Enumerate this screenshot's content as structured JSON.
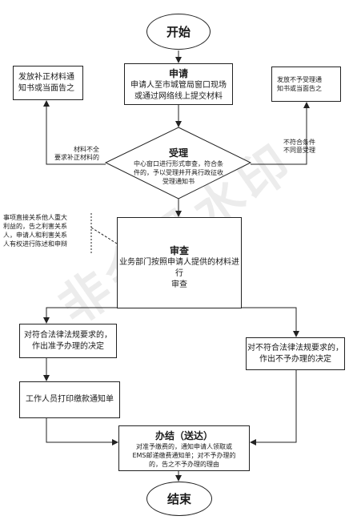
{
  "start": "开始",
  "end": "结束",
  "apply": {
    "title": "申请",
    "lines": [
      "申请人至市城管局窗口现场",
      "或通过网络线上提交材料"
    ]
  },
  "supplement_box": {
    "lines": [
      "发放补正材料通",
      "知书或当面告之"
    ]
  },
  "reject_notice_box": {
    "lines": [
      "发放不予受理通",
      "知书或当面告之"
    ]
  },
  "accept": {
    "title": "受理",
    "lines": [
      "中心窗口进行形式审查，符合条",
      "件的，予以受理并开具行政征收",
      "受理通知书"
    ]
  },
  "label_incomplete": {
    "lines": [
      "材料不全",
      "要求补正材料的"
    ]
  },
  "label_not_meet": {
    "lines": [
      "不符合条件",
      "不同意受理"
    ]
  },
  "interest_note": {
    "lines": [
      "事项直接关系他人重大",
      "利益的，告之利害关系",
      "人，申请人和利害关系",
      "人有权进行陈述和申辩"
    ]
  },
  "review": {
    "title": "审查",
    "lines": [
      "业务部门按照申请人提供的材料进行",
      "审查"
    ]
  },
  "approve_box": {
    "lines": [
      "对符合法律法规要求的，",
      "作出准予办理的决定"
    ]
  },
  "deny_box": {
    "lines": [
      "对不符合法律法规要求的，",
      "作出不予办理的决定"
    ]
  },
  "print_box": {
    "text": "工作人员打印缴款通知单"
  },
  "conclude": {
    "title": "办结（送达）",
    "lines": [
      "对准予缴费的，通知申请人领取或",
      "EMS邮递缴费通知单；对不予办理的",
      "的，告之不予办理的理由"
    ]
  },
  "watermark": "非会员水印"
}
